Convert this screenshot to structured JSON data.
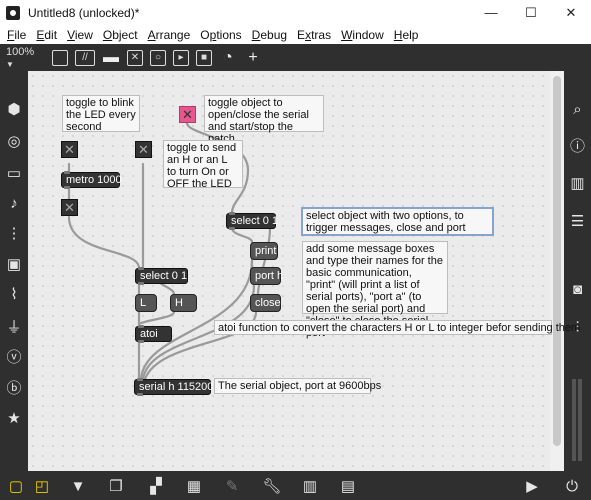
{
  "window": {
    "title": "Untitled8 (unlocked)*",
    "minimize": "—",
    "maximize": "☐",
    "close": "✕"
  },
  "menu": [
    "File",
    "Edit",
    "View",
    "Object",
    "Arrange",
    "Options",
    "Debug",
    "Extras",
    "Window",
    "Help"
  ],
  "menu_mnemonics": [
    "F",
    "E",
    "V",
    "O",
    "A",
    "p",
    "D",
    "x",
    "W",
    "H"
  ],
  "toolbar": {
    "zoom": "100%",
    "zoom_arrow": "▼"
  },
  "patch": {
    "objects": {
      "metro": "metro 1000",
      "select_a": "select 0 1",
      "select_b": "select 0 1",
      "atoi": "atoi",
      "serial": "serial h 115200"
    },
    "messages": {
      "L": "L",
      "H": "H",
      "print": "print",
      "port_h": "port h",
      "close": "close"
    },
    "toggle_mark": "✕",
    "comments": {
      "blink": "toggle to blink the LED every second",
      "toggle_serial": "toggle object to open/close the serial and start/stop the patch",
      "send": "toggle to send an H or an L to turn On or OFF the LED",
      "select_info": "select object with two options, to trigger messages, close and port",
      "message_boxes": "add some message boxes and type their names for the basic communication, \"print\" (will print a list of serial ports), \"port a\" (to open the serial port) and \"close\" to close the serial port",
      "atoi_info": "atoi function to convert the characters H or L to integer befor sending them",
      "serial_info": "The serial object, port at 9600bps"
    }
  }
}
